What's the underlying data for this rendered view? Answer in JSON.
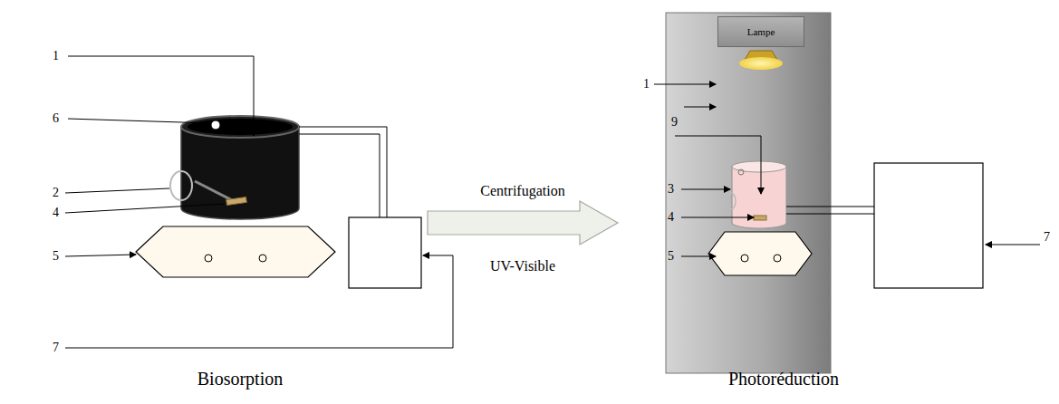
{
  "diagram": {
    "nodes": [
      {
        "text": [
          "Lampe"
        ]
      }
    ],
    "labels": [
      "1",
      "6",
      "2",
      "4",
      "5",
      "7",
      "Centrifugation",
      "UV-Visible",
      "1",
      "9",
      "3",
      "4",
      "5",
      "7",
      "Biosorption",
      "Photoréduction"
    ]
  }
}
